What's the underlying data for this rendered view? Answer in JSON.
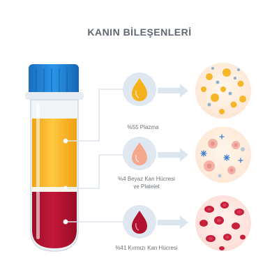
{
  "title": "KANIN BİLEŞENLERİ",
  "components": [
    {
      "label": "%55 Plazma",
      "color": "#f6b21b"
    },
    {
      "label_lines": [
        "%4 Beyaz Kan Hücresi",
        "ve Platelet"
      ],
      "color": "#f2a58f"
    },
    {
      "label": "%41 Kırmızı Kan Hücresi",
      "color": "#b3122f"
    }
  ],
  "colors": {
    "cap": "#1f7fd3",
    "plasma": "#f6b21b",
    "red": "#b3122f",
    "connector": "#dde6ee"
  }
}
